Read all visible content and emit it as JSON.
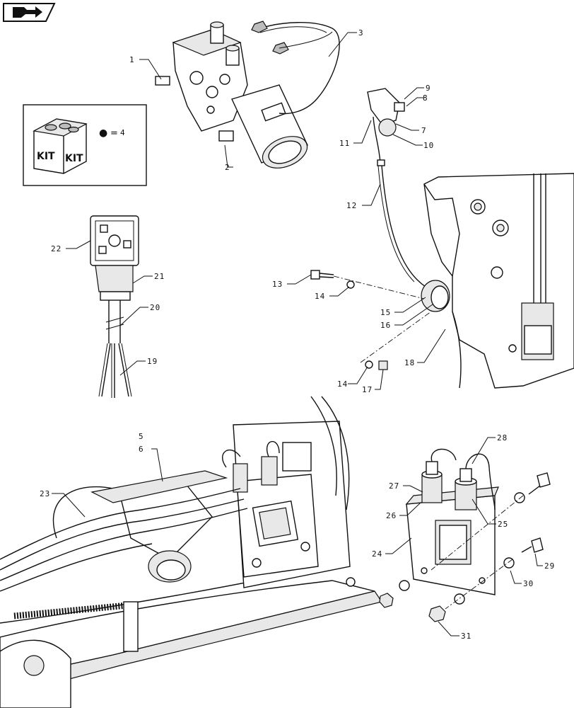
{
  "kit_box": {
    "kit_label_left": "KIT",
    "kit_label_right": "KIT",
    "legend_symbol": "●",
    "legend_equals": "=",
    "legend_ref": "4"
  },
  "callouts": [
    "1",
    "2",
    "3",
    "5",
    "6",
    "7",
    "8",
    "9",
    "10",
    "11",
    "12",
    "13",
    "14",
    "14",
    "15",
    "16",
    "17",
    "18",
    "19",
    "20",
    "21",
    "22",
    "23",
    "24",
    "25",
    "26",
    "27",
    "28",
    "29",
    "30",
    "31"
  ]
}
